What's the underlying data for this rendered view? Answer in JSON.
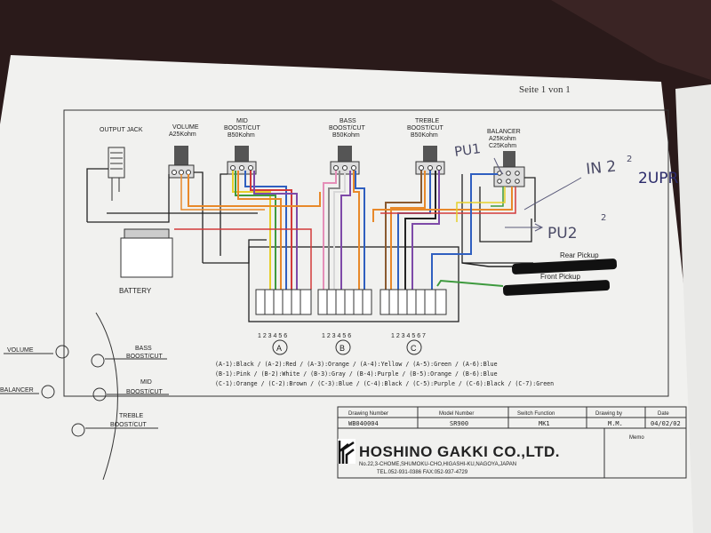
{
  "page_header": "Seite 1 von 1",
  "components": {
    "output_jack": "OUTPUT JACK",
    "volume": [
      "VOLUME",
      "A25Kohm"
    ],
    "mid": [
      "MID",
      "BOOST/CUT",
      "B50Kohm"
    ],
    "bass": [
      "BASS",
      "BOOST/CUT",
      "B50Kohm"
    ],
    "treble": [
      "TREBLE",
      "BOOST/CUT",
      "B50Kohm"
    ],
    "balancer": [
      "BALANCER",
      "A25Kohm",
      "C25Kohm"
    ],
    "battery": "BATTERY",
    "rear_pickup": "Rear Pickup",
    "front_pickup": "Front Pickup"
  },
  "handwritten": {
    "pu1": "PU1",
    "pu2": "PU2",
    "pu2_sup": "2",
    "in2": "IN 2",
    "in2_sup": "2",
    "zupr": "2UPR"
  },
  "connectors": {
    "a_pins": "1 2 3 4 5 6",
    "b_pins": "1 2 3 4 5 6",
    "c_pins": "1 2 3 4 5 6 7",
    "a_label": "A",
    "b_label": "B",
    "c_label": "C"
  },
  "wire_legend": [
    "(A-1):Black / (A-2):Red / (A-3):Orange / (A-4):Yellow / (A-5):Green / (A-6):Blue",
    "(B-1):Pink / (B-2):White / (B-3):Gray / (B-4):Purple / (B-5):Orange / (B-6):Blue",
    "(C-1):Orange / (C-2):Brown / (C-3):Blue / (C-4):Black / (C-5):Purple / (C-6):Black / (C-7):Green"
  ],
  "control_layout": {
    "volume": "VOLUME",
    "balancer": "BALANCER",
    "bass": [
      "BASS",
      "BOOST/CUT"
    ],
    "mid": [
      "MID",
      "BOOST/CUT"
    ],
    "treble": [
      "TREBLE",
      "BOOST/CUT"
    ]
  },
  "title_block": {
    "headers": [
      "Drawing Number",
      "Model Number",
      "Switch Function",
      "Drawing by",
      "Date"
    ],
    "values": [
      "WB040004",
      "SR900",
      "MK1",
      "M.M.",
      "04/02/02"
    ],
    "memo": "Memo",
    "company": "HOSHINO GAKKI CO.,LTD.",
    "address": "No.22,3-CHOME,SHUMOKU-CHO,HIGASHI-KU,NAGOYA,JAPAN",
    "tel": "TEL.052-931-0386  FAX:052-937-4729"
  },
  "colors": {
    "black": "#222222",
    "red": "#d23a3a",
    "orange": "#e8892a",
    "yellow": "#e6cf2a",
    "green": "#3e9a3e",
    "blue": "#2f5fc0",
    "pink": "#e58fb8",
    "white": "#d8d8d8",
    "gray": "#8a8a8a",
    "purple": "#7e4aa8",
    "brown": "#8a5a30",
    "paper": "#f1f1ef",
    "background": "#2a1a1a"
  }
}
